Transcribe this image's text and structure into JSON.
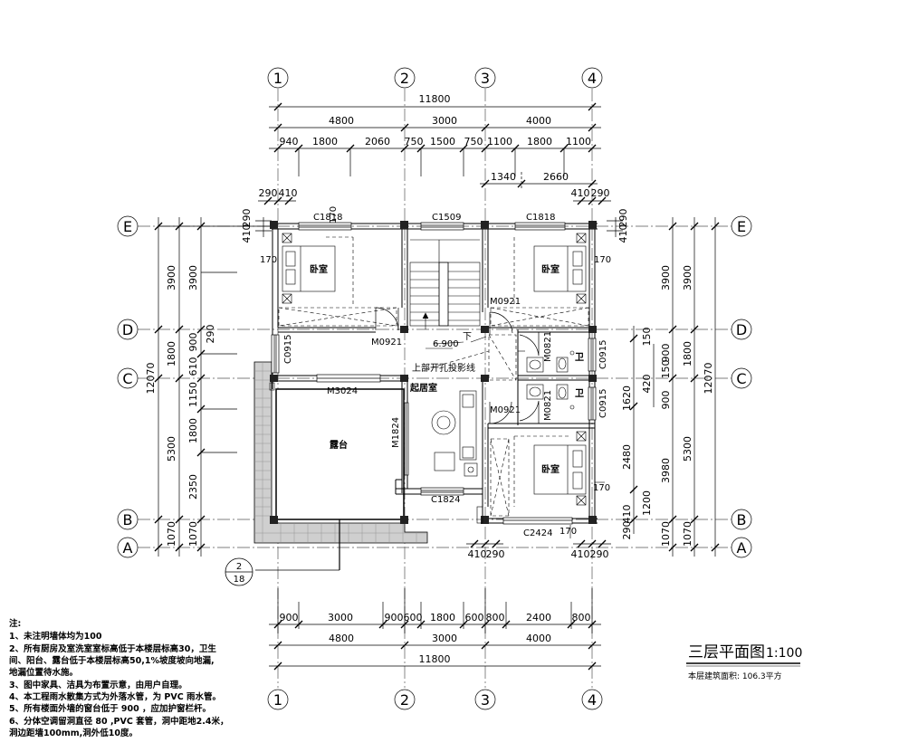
{
  "drawing": {
    "title": "三层平面图",
    "scale": "1:100",
    "area_note": "本层建筑面积: 106.3平方",
    "section_mark": {
      "top": "2",
      "bottom": "18"
    }
  },
  "axes": {
    "columns": [
      "1",
      "2",
      "3",
      "4"
    ],
    "rows": [
      "E",
      "D",
      "C",
      "B",
      "A"
    ]
  },
  "top_dims": {
    "total": "11800",
    "bays": [
      "4800",
      "3000",
      "4000"
    ],
    "details": [
      "940",
      "1800",
      "2060",
      "750",
      "1500",
      "750",
      "1100",
      "1800",
      "1100"
    ],
    "sub": [
      "1340",
      "2660"
    ],
    "corner_left": [
      "290",
      "410"
    ],
    "corner_right": [
      "410",
      "290"
    ]
  },
  "bottom_dims": {
    "details": [
      "900",
      "3000",
      "900",
      "600",
      "1800",
      "600",
      "800",
      "2400",
      "800"
    ],
    "bays": [
      "4800",
      "3000",
      "4000"
    ],
    "total": "11800",
    "mid_pair": [
      "410",
      "290"
    ],
    "right_pair": [
      "410",
      "290"
    ]
  },
  "left_dims": {
    "total": "12070",
    "outer": [
      "3900",
      "1800",
      "5300",
      "1070"
    ],
    "inner": [
      "3900",
      "900",
      "610",
      "1150",
      "1800",
      "2350",
      "1070"
    ],
    "corner": [
      "410",
      "290"
    ],
    "small": "290"
  },
  "right_dims": {
    "total": "12070",
    "outer": [
      "3900",
      "1800",
      "5300",
      "1070"
    ],
    "inner": [
      "3900",
      "900",
      "150",
      "420",
      "900",
      "3980",
      "1070"
    ],
    "detail": [
      "150",
      "1620",
      "2480",
      "1200",
      "410",
      "290"
    ],
    "corner": [
      "410",
      "290"
    ]
  },
  "rooms": {
    "bedroom_left": "卧室",
    "bedroom_right": "卧室",
    "bedroom_lower": "卧室",
    "living": "起居室",
    "terrace": "露台",
    "bath_upper": "卫",
    "bath_lower": "卫"
  },
  "labels": {
    "c1818_left": "C1818",
    "c1509": "C1509",
    "c1818_right": "C1818",
    "m0921_left": "M0921",
    "m0921_right_top": "M0921",
    "m0921_right_bottom": "M0921",
    "m0821_top": "M0821",
    "m0821_bottom": "M0821",
    "c0915_left": "C0915",
    "c0915_r1": "C0915",
    "c0915_r2": "C0915",
    "m3024": "M3024",
    "m1824": "M1824",
    "c1824": "C1824",
    "c2424": "C2424",
    "elevation": "6.900",
    "stair_dir": "下",
    "opening_note": "上部开孔投影线",
    "dim170_a": "170",
    "dim170_b": "170",
    "dim170_c": "170",
    "dim170_d": "170",
    "dim170_e": "170"
  },
  "notes": [
    "注:",
    "1、未注明墙体均为100",
    "2、所有厨房及室洗室室标高低于本楼层标高30，卫生",
    "   间、阳台、露台低于本楼层标高50,1%坡度坡向地漏,",
    "   地漏位置待水施。",
    "3、图中家具、洁具为布置示意，由用户自理。",
    "4、本工程雨水散集方式为外落水管，为 PVC 雨水管。",
    "5、所有楼面外墙的窗台低于 900 ，应加护窗栏杆。",
    "6、分体空调留洞直径 80 ,PVC 套管，洞中距地2.4米，",
    "   洞边距墙100mm,洞外低10度。"
  ]
}
